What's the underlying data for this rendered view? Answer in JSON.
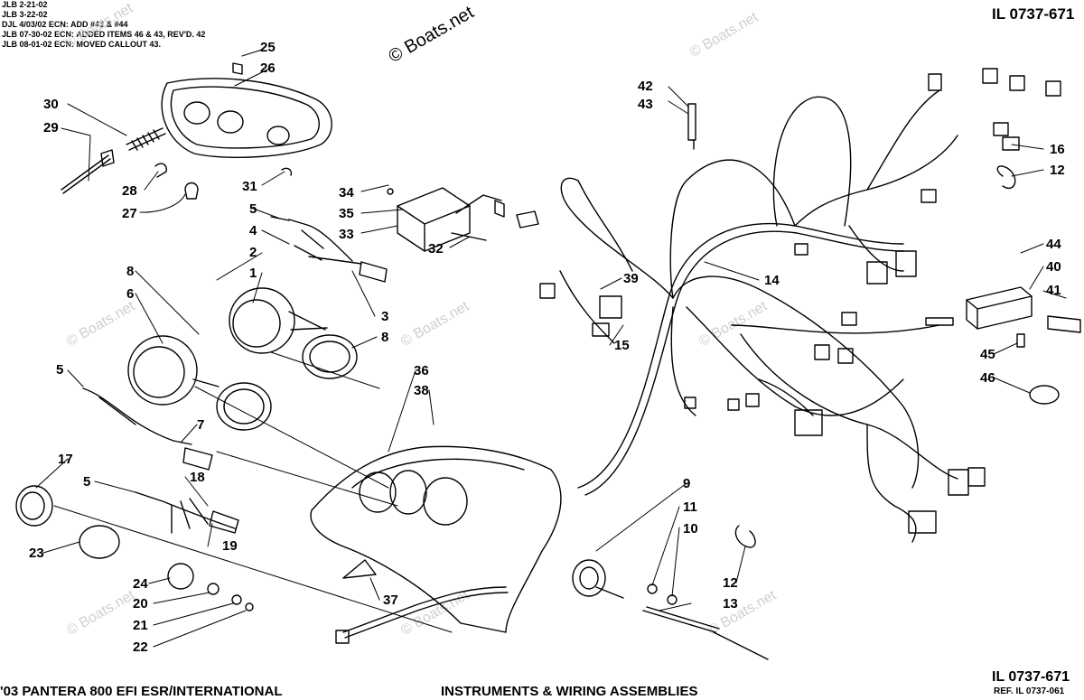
{
  "revision_notes": [
    "JLB 2-21-02",
    "JLB 3-22-02",
    "DJL 4/03/02 ECN: ADD #43 & #44",
    "JLB 07-30-02 ECN: ADDED ITEMS 46 & 43, REV'D. 42",
    "JLB 08-01-02 ECN: MOVED CALLOUT 43."
  ],
  "illustration_code_top": "IL 0737-671",
  "illustration_code_bottom": "IL 0737-671",
  "reference": "REF. IL 0737-061",
  "copyright": "© Boats.net",
  "watermark": "© Boats.net",
  "footer": {
    "model": "'03 PANTERA 800 EFI ESR/INTERNATIONAL",
    "section": "INSTRUMENTS & WIRING ASSEMBLIES"
  },
  "callouts": [
    "25",
    "26",
    "30",
    "29",
    "28",
    "27",
    "31",
    "34",
    "35",
    "33",
    "32",
    "5",
    "4",
    "2",
    "1",
    "3",
    "8",
    "6",
    "8",
    "5",
    "7",
    "17",
    "5",
    "18",
    "19",
    "23",
    "24",
    "20",
    "21",
    "22",
    "36",
    "38",
    "37",
    "42",
    "43",
    "16",
    "12",
    "14",
    "39",
    "15",
    "44",
    "40",
    "41",
    "45",
    "46",
    "9",
    "11",
    "10",
    "12",
    "13"
  ]
}
